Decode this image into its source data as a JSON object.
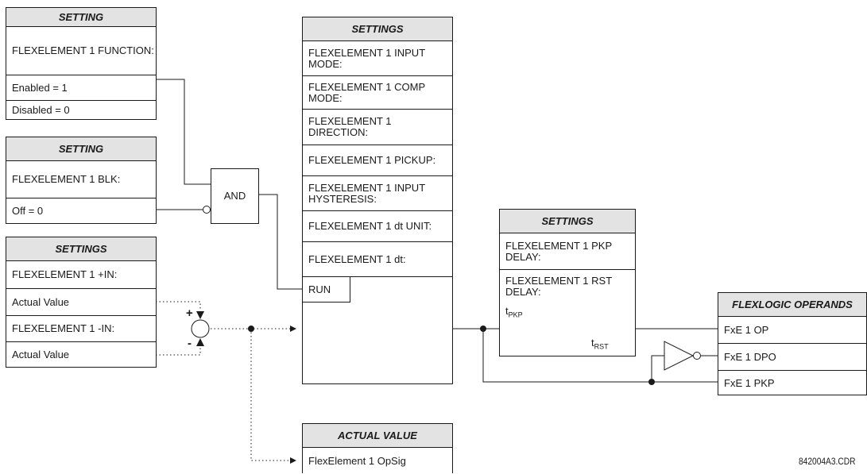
{
  "function_block": {
    "header": "SETTING",
    "label": "FLEXELEMENT 1 FUNCTION:",
    "options": [
      "Enabled = 1",
      "Disabled = 0"
    ]
  },
  "blk_block": {
    "header": "SETTING",
    "label": "FLEXELEMENT 1 BLK:",
    "option": "Off = 0"
  },
  "inputs_block": {
    "header": "SETTINGS",
    "rows": [
      "FLEXELEMENT 1 +IN:",
      "Actual Value",
      "FLEXELEMENT 1 -IN:",
      "Actual Value"
    ]
  },
  "and_gate": {
    "label": "AND"
  },
  "summing_junction": {
    "plus": "+",
    "minus": "-"
  },
  "main_settings": {
    "header": "SETTINGS",
    "rows": [
      "FLEXELEMENT 1 INPUT MODE:",
      "FLEXELEMENT 1 COMP MODE:",
      "FLEXELEMENT 1 DIRECTION:",
      "FLEXELEMENT 1 PICKUP:",
      "FLEXELEMENT 1 INPUT HYSTERESIS:",
      "FLEXELEMENT 1 dt UNIT:",
      "FLEXELEMENT 1 dt:"
    ],
    "run_label": "RUN"
  },
  "timer_settings": {
    "header": "SETTINGS",
    "rows": [
      "FLEXELEMENT 1 PKP DELAY:",
      "FLEXELEMENT 1 RST DELAY:"
    ],
    "t_pkp": {
      "base": "t",
      "sub": "PKP"
    },
    "t_rst": {
      "base": "t",
      "sub": "RST"
    }
  },
  "operands": {
    "header": "FLEXLOGIC OPERANDS",
    "items": [
      "FxE 1 OP",
      "FxE 1 DPO",
      "FxE 1 PKP"
    ]
  },
  "actual_value": {
    "header": "ACTUAL VALUE",
    "item": "FlexElement 1 OpSig"
  },
  "drawing_id": "842004A3.CDR",
  "colors": {
    "line": "#1a1a1a",
    "header_fill": "#e3e3e3"
  }
}
